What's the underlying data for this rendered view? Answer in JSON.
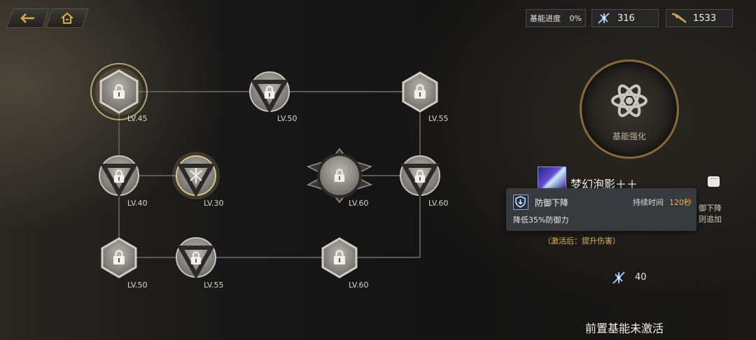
{
  "nav": {
    "back_icon": "back-arrow-icon",
    "home_icon": "home-icon"
  },
  "resources": {
    "progress_label": "基能进度",
    "progress_value": "0%",
    "currency1_icon": "crystal-shard-icon",
    "currency1_value": "316",
    "currency2_icon": "feather-icon",
    "currency2_value": "1533"
  },
  "tree": {
    "nodes": [
      {
        "id": "n1",
        "level": "LV.45",
        "shape": "hex",
        "state": "selected"
      },
      {
        "id": "n2",
        "level": "LV.50",
        "shape": "triangle",
        "state": "locked"
      },
      {
        "id": "n3",
        "level": "LV.55",
        "shape": "hex",
        "state": "locked"
      },
      {
        "id": "n4",
        "level": "LV.40",
        "shape": "triangle",
        "state": "locked"
      },
      {
        "id": "n5",
        "level": "LV.30",
        "shape": "triangle",
        "state": "unlocked"
      },
      {
        "id": "n6",
        "level": "LV.60",
        "shape": "ornate",
        "state": "locked"
      },
      {
        "id": "n7",
        "level": "LV.60",
        "shape": "triangle",
        "state": "locked"
      },
      {
        "id": "n8",
        "level": "LV.50",
        "shape": "hex",
        "state": "locked"
      },
      {
        "id": "n9",
        "level": "LV.55",
        "shape": "triangle",
        "state": "locked"
      },
      {
        "id": "n10",
        "level": "LV.60",
        "shape": "hex",
        "state": "locked"
      }
    ]
  },
  "panel": {
    "core_label": "基能强化",
    "core_icon": "atom-emblem-icon",
    "skill_name": "梦幻泡影＋＋",
    "more_label": "···",
    "desc_fragment_1": "御下降",
    "desc_fragment_2": "则追加",
    "activate_note": "（激活后：提升伤害）",
    "cost_icon": "crystal-shard-icon",
    "cost_value": "40",
    "locked_text": "前置基能未激活"
  },
  "tooltip": {
    "icon": "shield-down-icon",
    "title": "防御下降",
    "duration_label": "持续时间",
    "duration_value": "120秒",
    "description": "降低35%防御力"
  }
}
